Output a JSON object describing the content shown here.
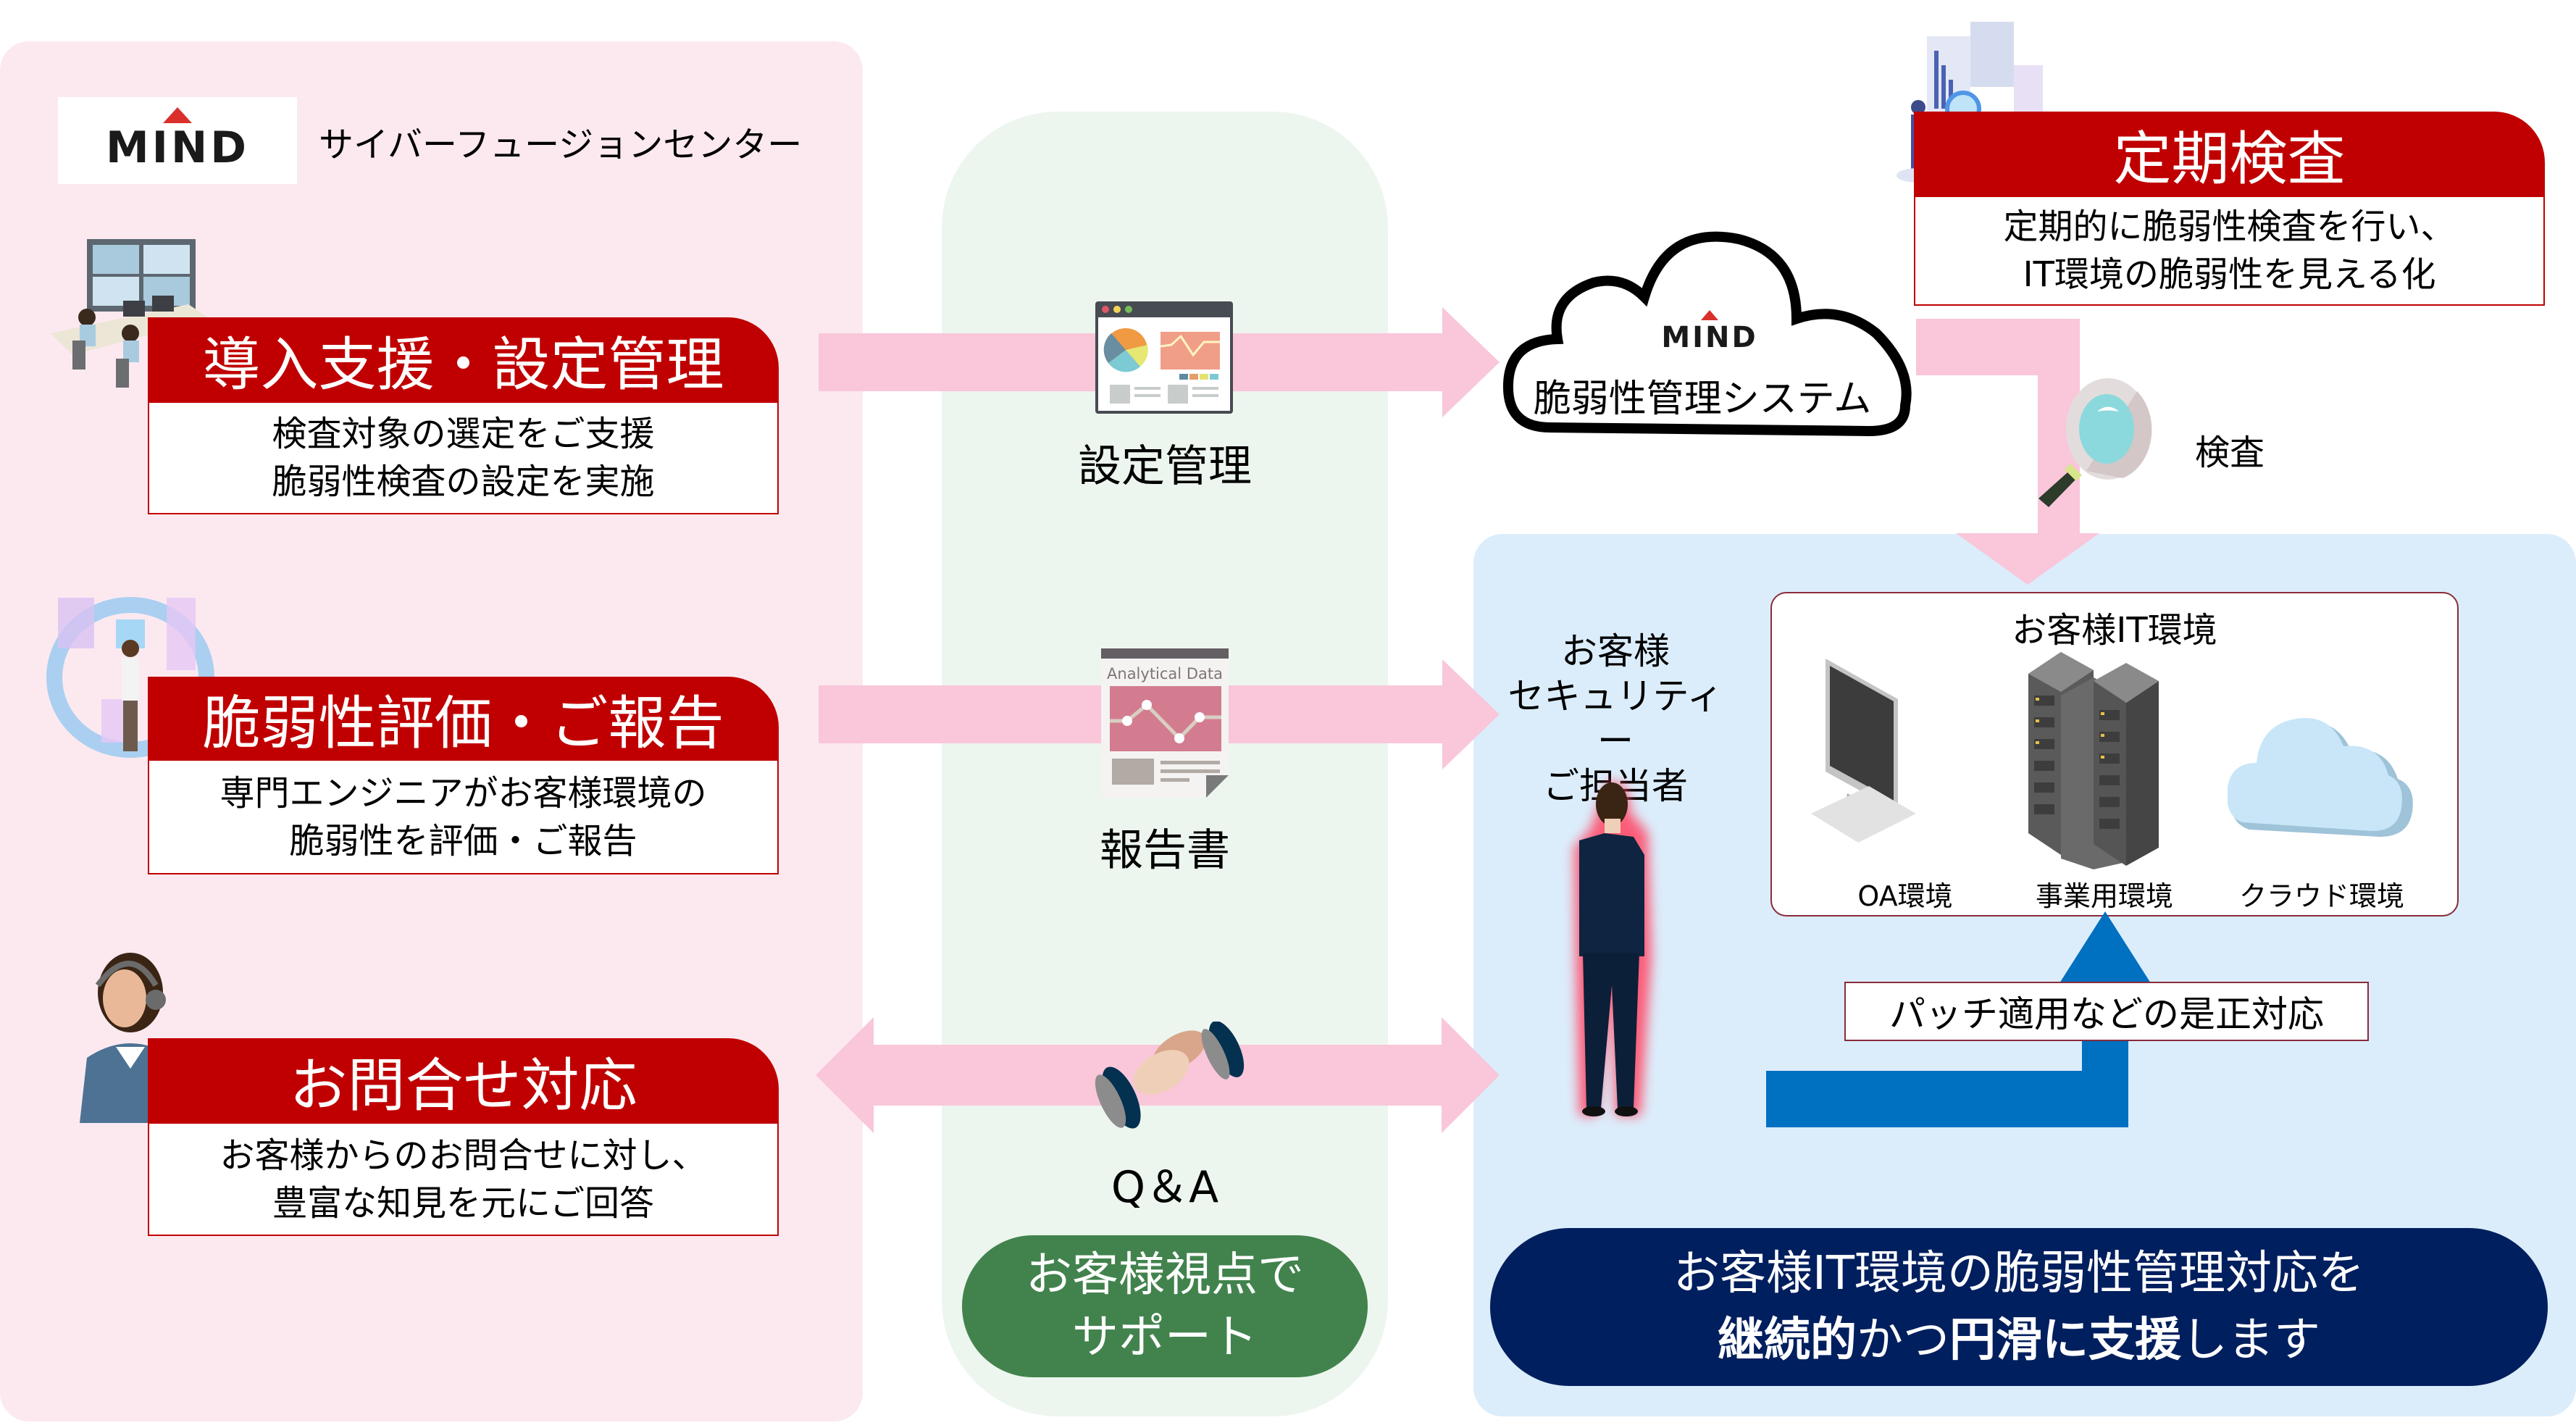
{
  "brand": {
    "logo_text": "MIND",
    "org_name": "サイバーフュージョンセンター",
    "accent_red": "#c00000",
    "logo_triangle_color": "#d9302c"
  },
  "services": [
    {
      "title": "導入支援・設定管理",
      "lines": [
        "検査対象の選定をご支援",
        "脆弱性検査の設定を実施"
      ],
      "illustration": "operators-at-monitors"
    },
    {
      "title": "脆弱性評価・ご報告",
      "lines": [
        "専門エンジニアがお客様環境の",
        "脆弱性を評価・ご報告"
      ],
      "illustration": "analyst-with-holograms"
    },
    {
      "title": "お問合せ対応",
      "lines": [
        "お客様からのお問合せに対し、",
        "豊富な知見を元にご回答"
      ],
      "illustration": "support-operator-headset"
    }
  ],
  "flows": [
    {
      "label": "設定管理",
      "icon": "dashboard-window-icon",
      "direction": "right"
    },
    {
      "label": "報告書",
      "icon": "analytical-report-icon",
      "icon_caption": "Analytical Data",
      "direction": "right"
    },
    {
      "label": "Q＆A",
      "icon": "handshake-icon",
      "direction": "both"
    }
  ],
  "support_pill": {
    "lines": [
      "お客様視点で",
      "サポート"
    ],
    "color": "#42834d"
  },
  "cloud_system": {
    "logo_text": "MIND",
    "label": "脆弱性管理システム"
  },
  "periodic_check": {
    "title": "定期検査",
    "lines": [
      "定期的に脆弱性検査を行い、",
      "IT環境の脆弱性を見える化"
    ]
  },
  "inspection": {
    "label": "検査"
  },
  "customer_contact": {
    "lines": [
      "お客様",
      "セキュリティー",
      "ご担当者"
    ]
  },
  "it_environment": {
    "title": "お客様IT環境",
    "items": [
      {
        "label": "OA環境",
        "icon": "desktop-computer-icon"
      },
      {
        "label": "事業用環境",
        "icon": "server-rack-icon"
      },
      {
        "label": "クラウド環境",
        "icon": "cloud-icon"
      }
    ]
  },
  "remediation": {
    "label": "パッチ適用などの是正対応",
    "arrow_color": "#0070c0"
  },
  "summary_pill": {
    "line1": "お客様IT環境の脆弱性管理対応を",
    "line2_parts": [
      {
        "text": "継続的",
        "bold": true
      },
      {
        "text": "かつ",
        "bold": false
      },
      {
        "text": "円滑に支援",
        "bold": true
      },
      {
        "text": "します",
        "bold": false
      }
    ],
    "color": "#001f5e"
  }
}
